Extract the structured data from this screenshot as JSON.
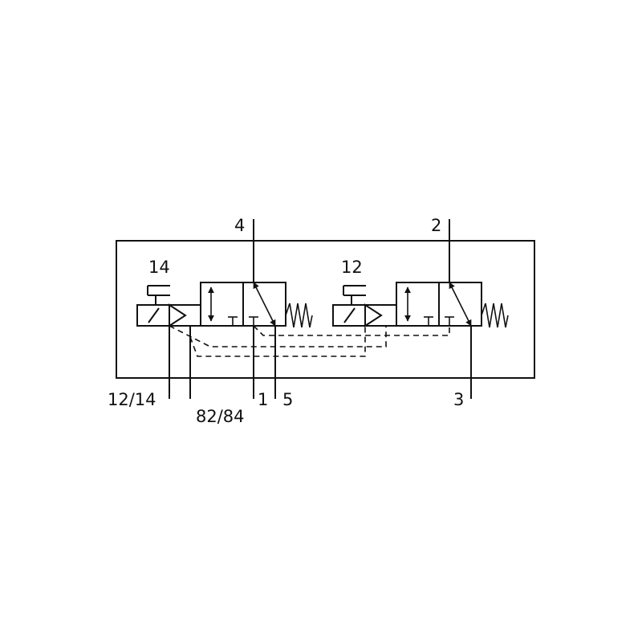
{
  "colors": {
    "line": "#111111",
    "background": "#ffffff"
  },
  "ports": {
    "p4": "4",
    "p2": "2",
    "p14": "14",
    "p12": "12",
    "p12_14": "12/14",
    "p82_84": "82/84",
    "p1": "1",
    "p5": "5",
    "p3": "3"
  }
}
